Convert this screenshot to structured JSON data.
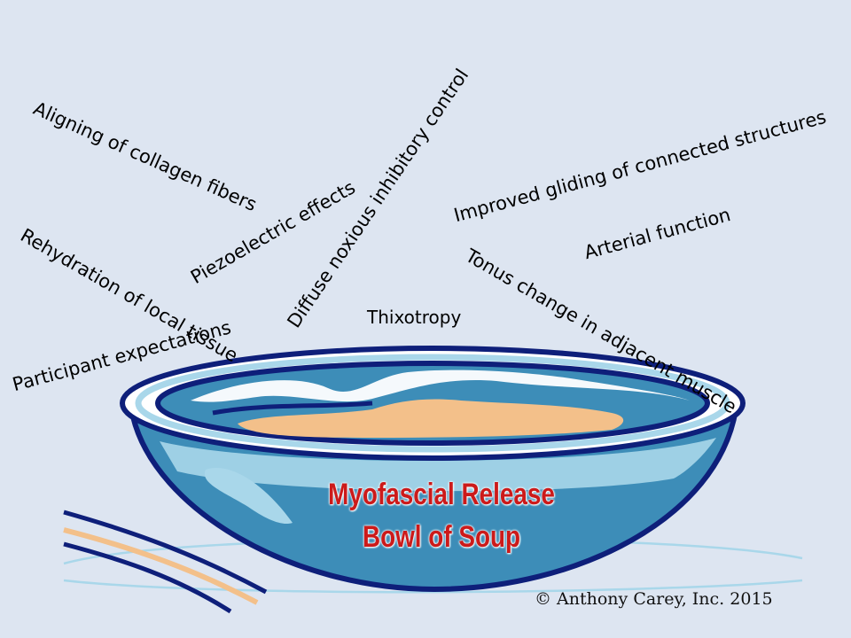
{
  "diagram": {
    "factors": [
      "Aligning of collagen fibers",
      "Piezoelectric effects",
      "Diffuse noxious inhibitory control",
      "Improved gliding of connected structures",
      "Arterial function",
      "Rehydration of local tissue",
      "Thixotropy",
      "Tonus change in adjacent muscle",
      "Participant expectations"
    ],
    "title_line1": "Myofascial Release",
    "title_line2": "Bowl of Soup",
    "copyright": "© Anthony Carey, Inc. 2015"
  },
  "colors": {
    "background": "#dde5f1",
    "bowl_outline": "#0e1f7a",
    "bowl_fill": "#3d8db8",
    "bowl_light": "#a9d7ea",
    "soup": "#f3c08a",
    "title": "#cc1a1a"
  }
}
